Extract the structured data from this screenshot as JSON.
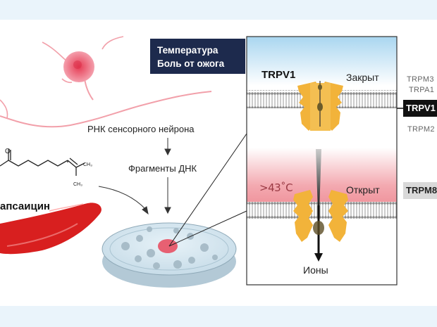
{
  "header_box": {
    "line1": "Температура",
    "line2": "Боль от ожога"
  },
  "channel_closed": {
    "name": "TRPV1",
    "state": "Закрыт"
  },
  "channel_open": {
    "temperature": ">43˚C",
    "state": "Открыт",
    "output": "Ионы"
  },
  "side_labels": {
    "trpm3": "TRPM3",
    "trpa1": "TRPA1",
    "trpv1": "TRPV1",
    "trpm2": "TRPM2",
    "trpm8": "TRPM8"
  },
  "flow": {
    "step1": "РНК сенсорного нейрона",
    "step2": "Фрагменты ДНК"
  },
  "molecule": {
    "name": "апсаицин"
  },
  "colors": {
    "channel_protein": "#f2b33a",
    "pepper": "#d81f1f",
    "neuron": "#e8475a",
    "header_bg": "#1d2a4d"
  }
}
